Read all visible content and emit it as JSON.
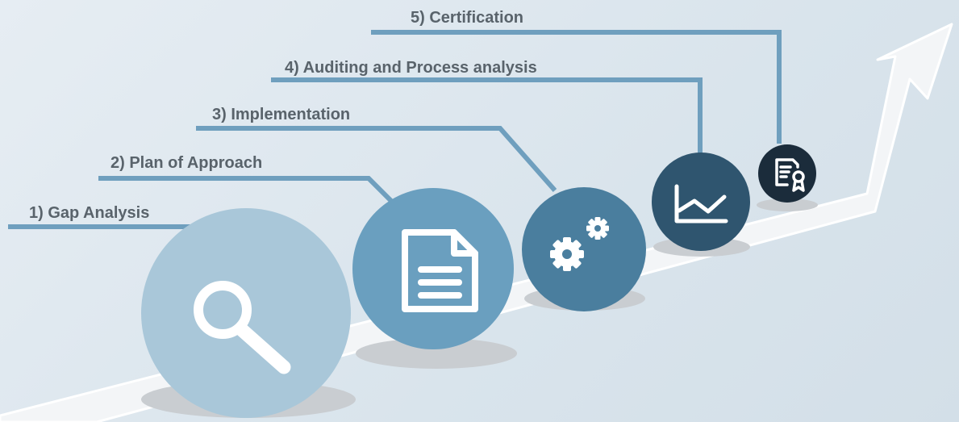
{
  "steps": [
    {
      "label": "1) Gap Analysis",
      "icon": "search-icon",
      "color": "#a9c7d9"
    },
    {
      "label": "2) Plan of Approach",
      "icon": "document-icon",
      "color": "#6a9fbf"
    },
    {
      "label": "3) Implementation",
      "icon": "gears-icon",
      "color": "#4a7e9e"
    },
    {
      "label": "4) Auditing and Process analysis",
      "icon": "chart-icon",
      "color": "#2f556f"
    },
    {
      "label": "5) Certification",
      "icon": "certificate-icon",
      "color": "#1b2c3b"
    }
  ],
  "colors": {
    "leader_line": "#6f9fbe",
    "arrow_fill": "#f3f5f7",
    "arrow_outline": "#ffffff",
    "shadow": "#c9cdd1",
    "label_text": "#59636b"
  }
}
